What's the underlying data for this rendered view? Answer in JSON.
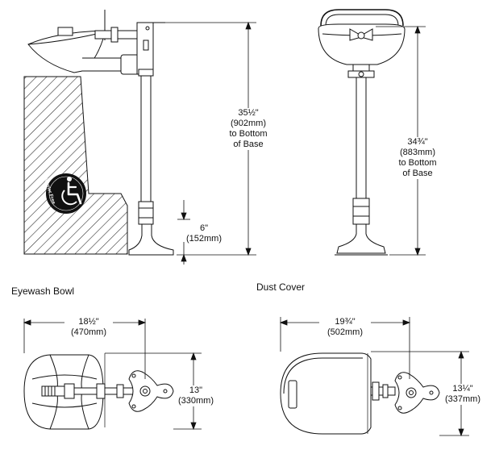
{
  "sections": {
    "eyewash_bowl": "Eyewash Bowl",
    "dust_cover": "Dust Cover"
  },
  "dimensions": {
    "side_height": {
      "line1": "35½\"",
      "line2": "(902mm)",
      "line3": "to Bottom",
      "line4": "of Base"
    },
    "side_base": {
      "line1": "6\"",
      "line2": "(152mm)"
    },
    "front_height": {
      "line1": "34¾\"",
      "line2": "(883mm)",
      "line3": "to Bottom",
      "line4": "of Base"
    },
    "bowl_width": {
      "line1": "18½\"",
      "line2": "(470mm)"
    },
    "bowl_depth": {
      "line1": "13\"",
      "line2": "(330mm)"
    },
    "cover_width": {
      "line1": "19¾\"",
      "line2": "(502mm)"
    },
    "cover_depth": {
      "line1": "13¼\"",
      "line2": "(337mm)"
    }
  },
  "badge": {
    "brand": "Barrier Free"
  },
  "icons": [
    "wheelchair-accessibility-icon"
  ],
  "colors": {
    "line": "#111111",
    "hatch": "#333333",
    "paper": "#ffffff"
  }
}
